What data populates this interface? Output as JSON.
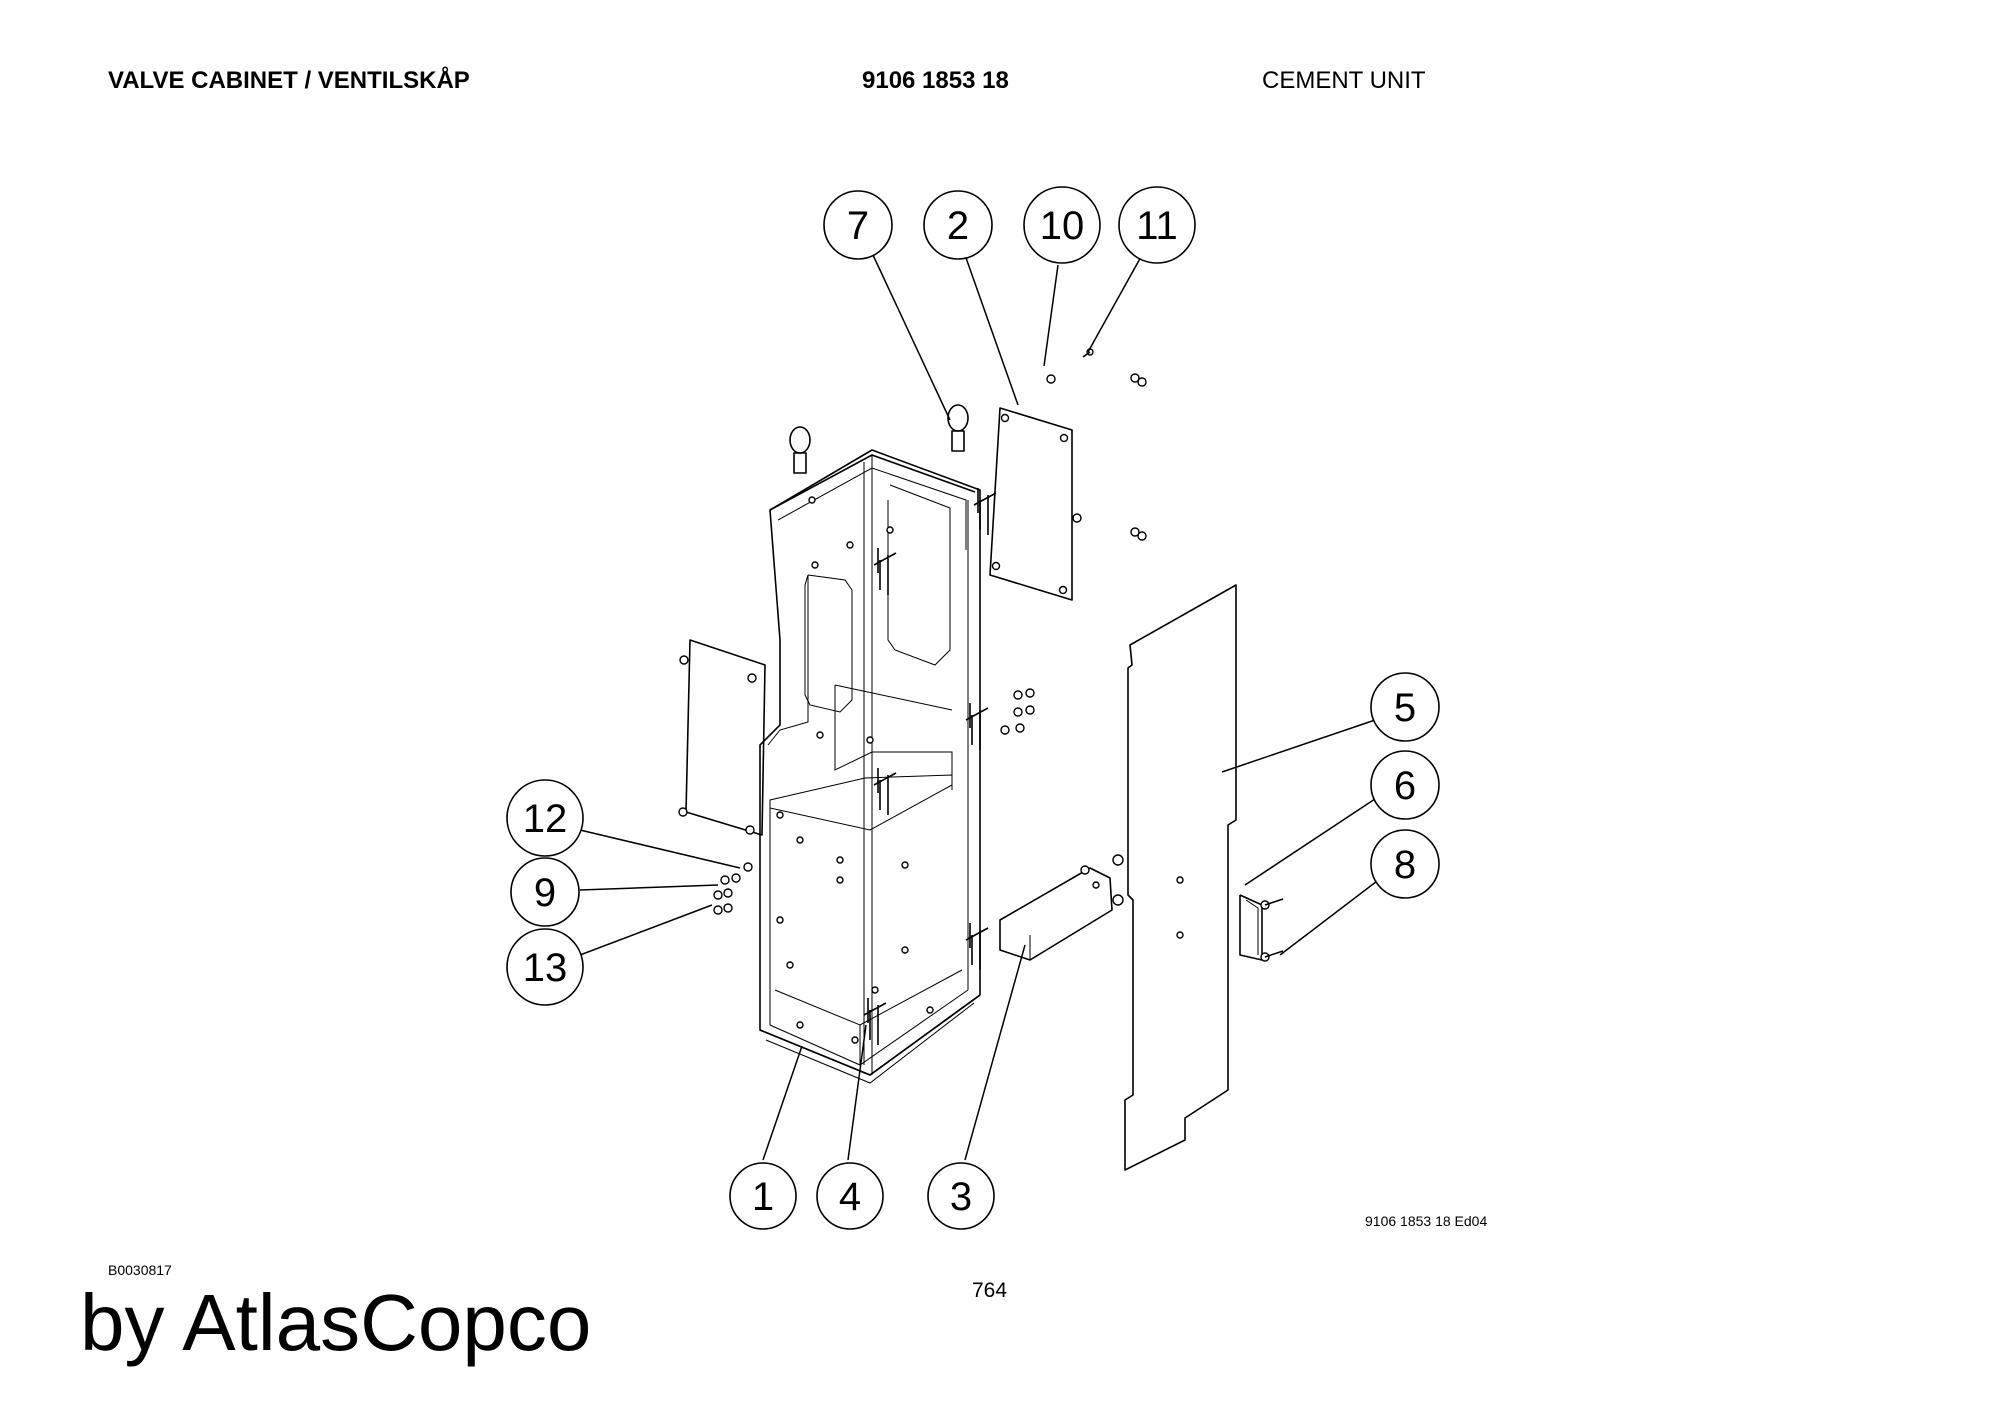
{
  "header": {
    "title": "VALVE CABINET / VENTILSKÅP",
    "part_number": "9106 1853 18",
    "unit": "CEMENT UNIT"
  },
  "drawing_ref": "9106 1853 18 Ed04",
  "doc_code": "B0030817",
  "page_number": "764",
  "brand": "by AtlasCopco",
  "callouts": {
    "c1": "1",
    "c2": "2",
    "c3": "3",
    "c4": "4",
    "c5": "5",
    "c6": "6",
    "c7": "7",
    "c8": "8",
    "c9": "9",
    "c10": "10",
    "c11": "11",
    "c12": "12",
    "c13": "13"
  }
}
